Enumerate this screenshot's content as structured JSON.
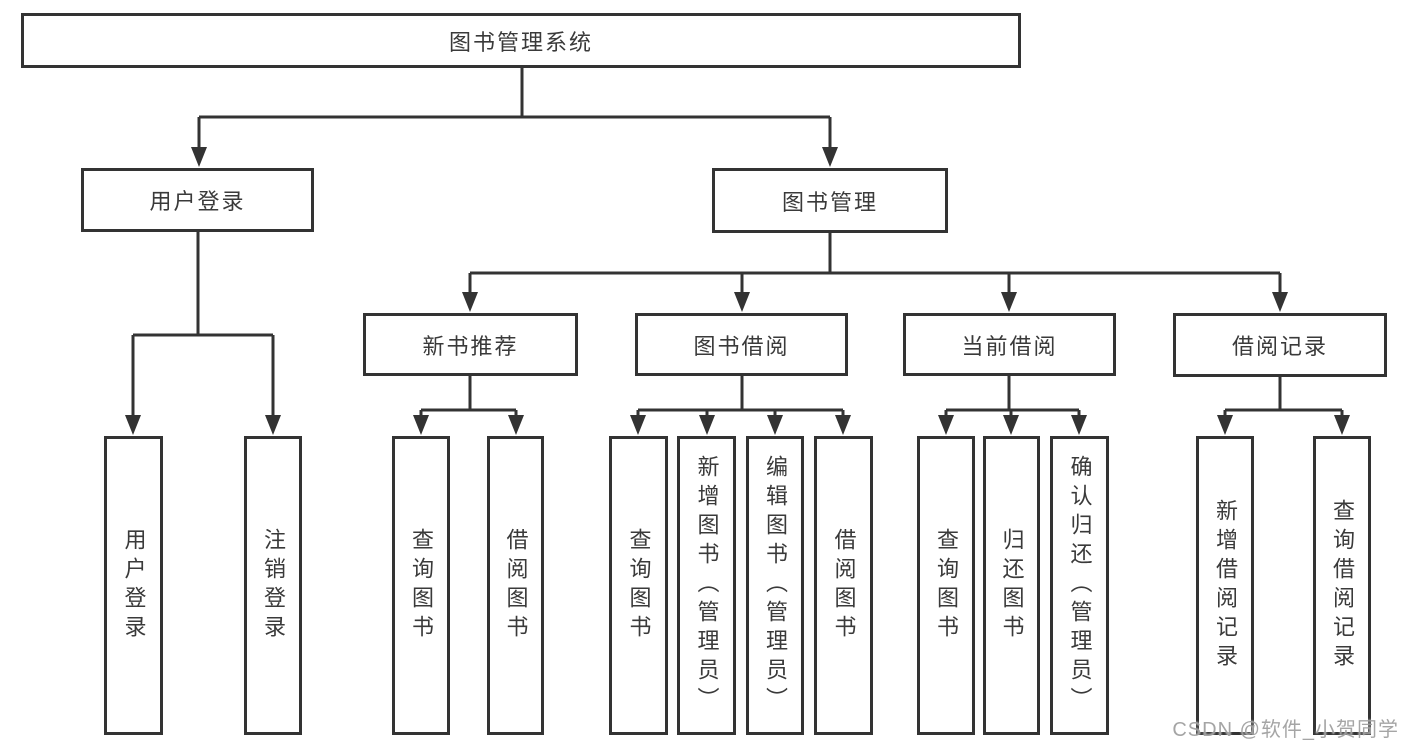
{
  "diagram": {
    "type": "hierarchy-tree",
    "background": "#ffffff",
    "line_color": "#333333",
    "text_color": "#3a3a3a",
    "box_fill": "#ffffff"
  },
  "nodes": {
    "root": {
      "label": "图书管理系统",
      "level": 0
    },
    "user_login": {
      "label": "用户登录",
      "level": 1,
      "parent": "root"
    },
    "book_mgmt": {
      "label": "图书管理",
      "level": 1,
      "parent": "root"
    },
    "new_book_rec": {
      "label": "新书推荐",
      "level": 2,
      "parent": "book_mgmt"
    },
    "book_borrow": {
      "label": "图书借阅",
      "level": 2,
      "parent": "book_mgmt"
    },
    "current_borrow": {
      "label": "当前借阅",
      "level": 2,
      "parent": "book_mgmt"
    },
    "borrow_record": {
      "label": "借阅记录",
      "level": 2,
      "parent": "book_mgmt"
    },
    "leaf_user_login": {
      "label": "用户登录",
      "level": 3,
      "parent": "user_login"
    },
    "leaf_logout": {
      "label": "注销登录",
      "level": 3,
      "parent": "user_login"
    },
    "nb_query": {
      "label": "查询图书",
      "level": 3,
      "parent": "new_book_rec"
    },
    "nb_borrow": {
      "label": "借阅图书",
      "level": 3,
      "parent": "new_book_rec"
    },
    "bb_query": {
      "label": "查询图书",
      "level": 3,
      "parent": "book_borrow"
    },
    "bb_add": {
      "label": "新增图书（管理员）",
      "level": 3,
      "parent": "book_borrow"
    },
    "bb_edit": {
      "label": "编辑图书（管理员）",
      "level": 3,
      "parent": "book_borrow"
    },
    "bb_borrow": {
      "label": "借阅图书",
      "level": 3,
      "parent": "book_borrow"
    },
    "cb_query": {
      "label": "查询图书",
      "level": 3,
      "parent": "current_borrow"
    },
    "cb_return": {
      "label": "归还图书",
      "level": 3,
      "parent": "current_borrow"
    },
    "cb_confirm": {
      "label": "确认归还（管理员）",
      "level": 3,
      "parent": "current_borrow"
    },
    "br_add": {
      "label": "新增借阅记录",
      "level": 3,
      "parent": "borrow_record"
    },
    "br_query": {
      "label": "查询借阅记录",
      "level": 3,
      "parent": "borrow_record"
    }
  },
  "watermark": {
    "text": "CSDN @软件_小贺同学"
  }
}
